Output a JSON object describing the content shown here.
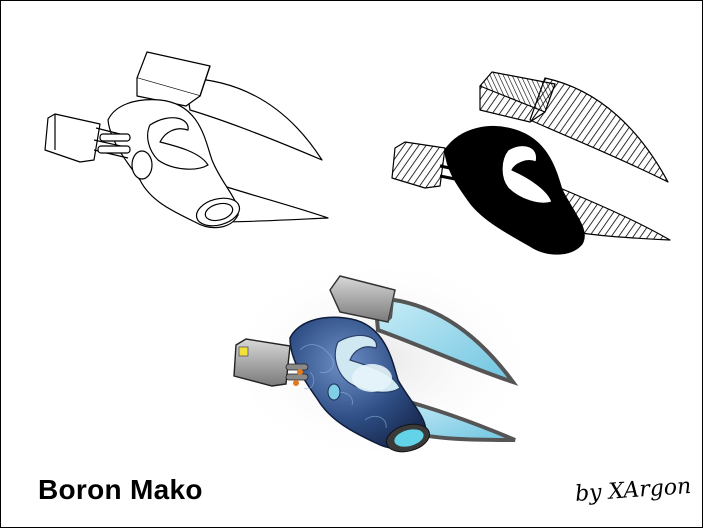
{
  "caption": {
    "title": "Boron Mako",
    "credit": "by XArgon"
  },
  "figures": [
    {
      "style": "line-art",
      "subject": "Boron Mako ship"
    },
    {
      "style": "hatched-sketch",
      "subject": "Boron Mako ship"
    },
    {
      "style": "colored-render",
      "subject": "Boron Mako ship"
    }
  ],
  "colors": {
    "hull_blue": "#2f4f86",
    "hull_light": "#5a79b5",
    "glass_cyan": "#7fd0e6",
    "blade_gray": "#8a8a8a",
    "engine_yellow": "#f2e13a",
    "ink": "#000000"
  }
}
